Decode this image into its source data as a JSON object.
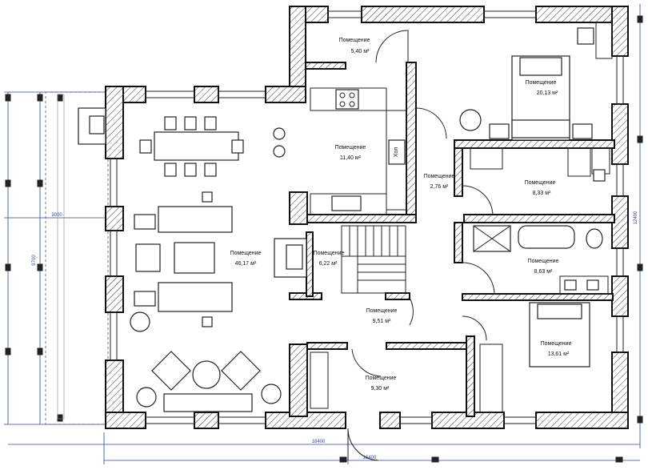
{
  "rooms": [
    {
      "name": "Помещение",
      "area": "5,40 м²"
    },
    {
      "name": "Помещение",
      "area": "20,13 м²"
    },
    {
      "name": "Помещение",
      "area": "11,40 м²"
    },
    {
      "name": "Помещение",
      "area": "2,76 м²"
    },
    {
      "name": "Помещение",
      "area": "8,33 м²"
    },
    {
      "name": "Помещение",
      "area": "46,17 м²"
    },
    {
      "name": "Помещение",
      "area": "6,22 м²"
    },
    {
      "name": "Помещение",
      "area": "8,63 м²"
    },
    {
      "name": "Помещение",
      "area": "9,51 м²"
    },
    {
      "name": "Помещение",
      "area": "13,61 м²"
    },
    {
      "name": "Помещение",
      "area": "9,30 м²"
    }
  ],
  "fridge_label": "Хол",
  "dimensions": {
    "terrace_width": "3000",
    "terrace_depth": "9700",
    "overall_width": "18400",
    "house_width": "15400",
    "right_height": "12400"
  }
}
